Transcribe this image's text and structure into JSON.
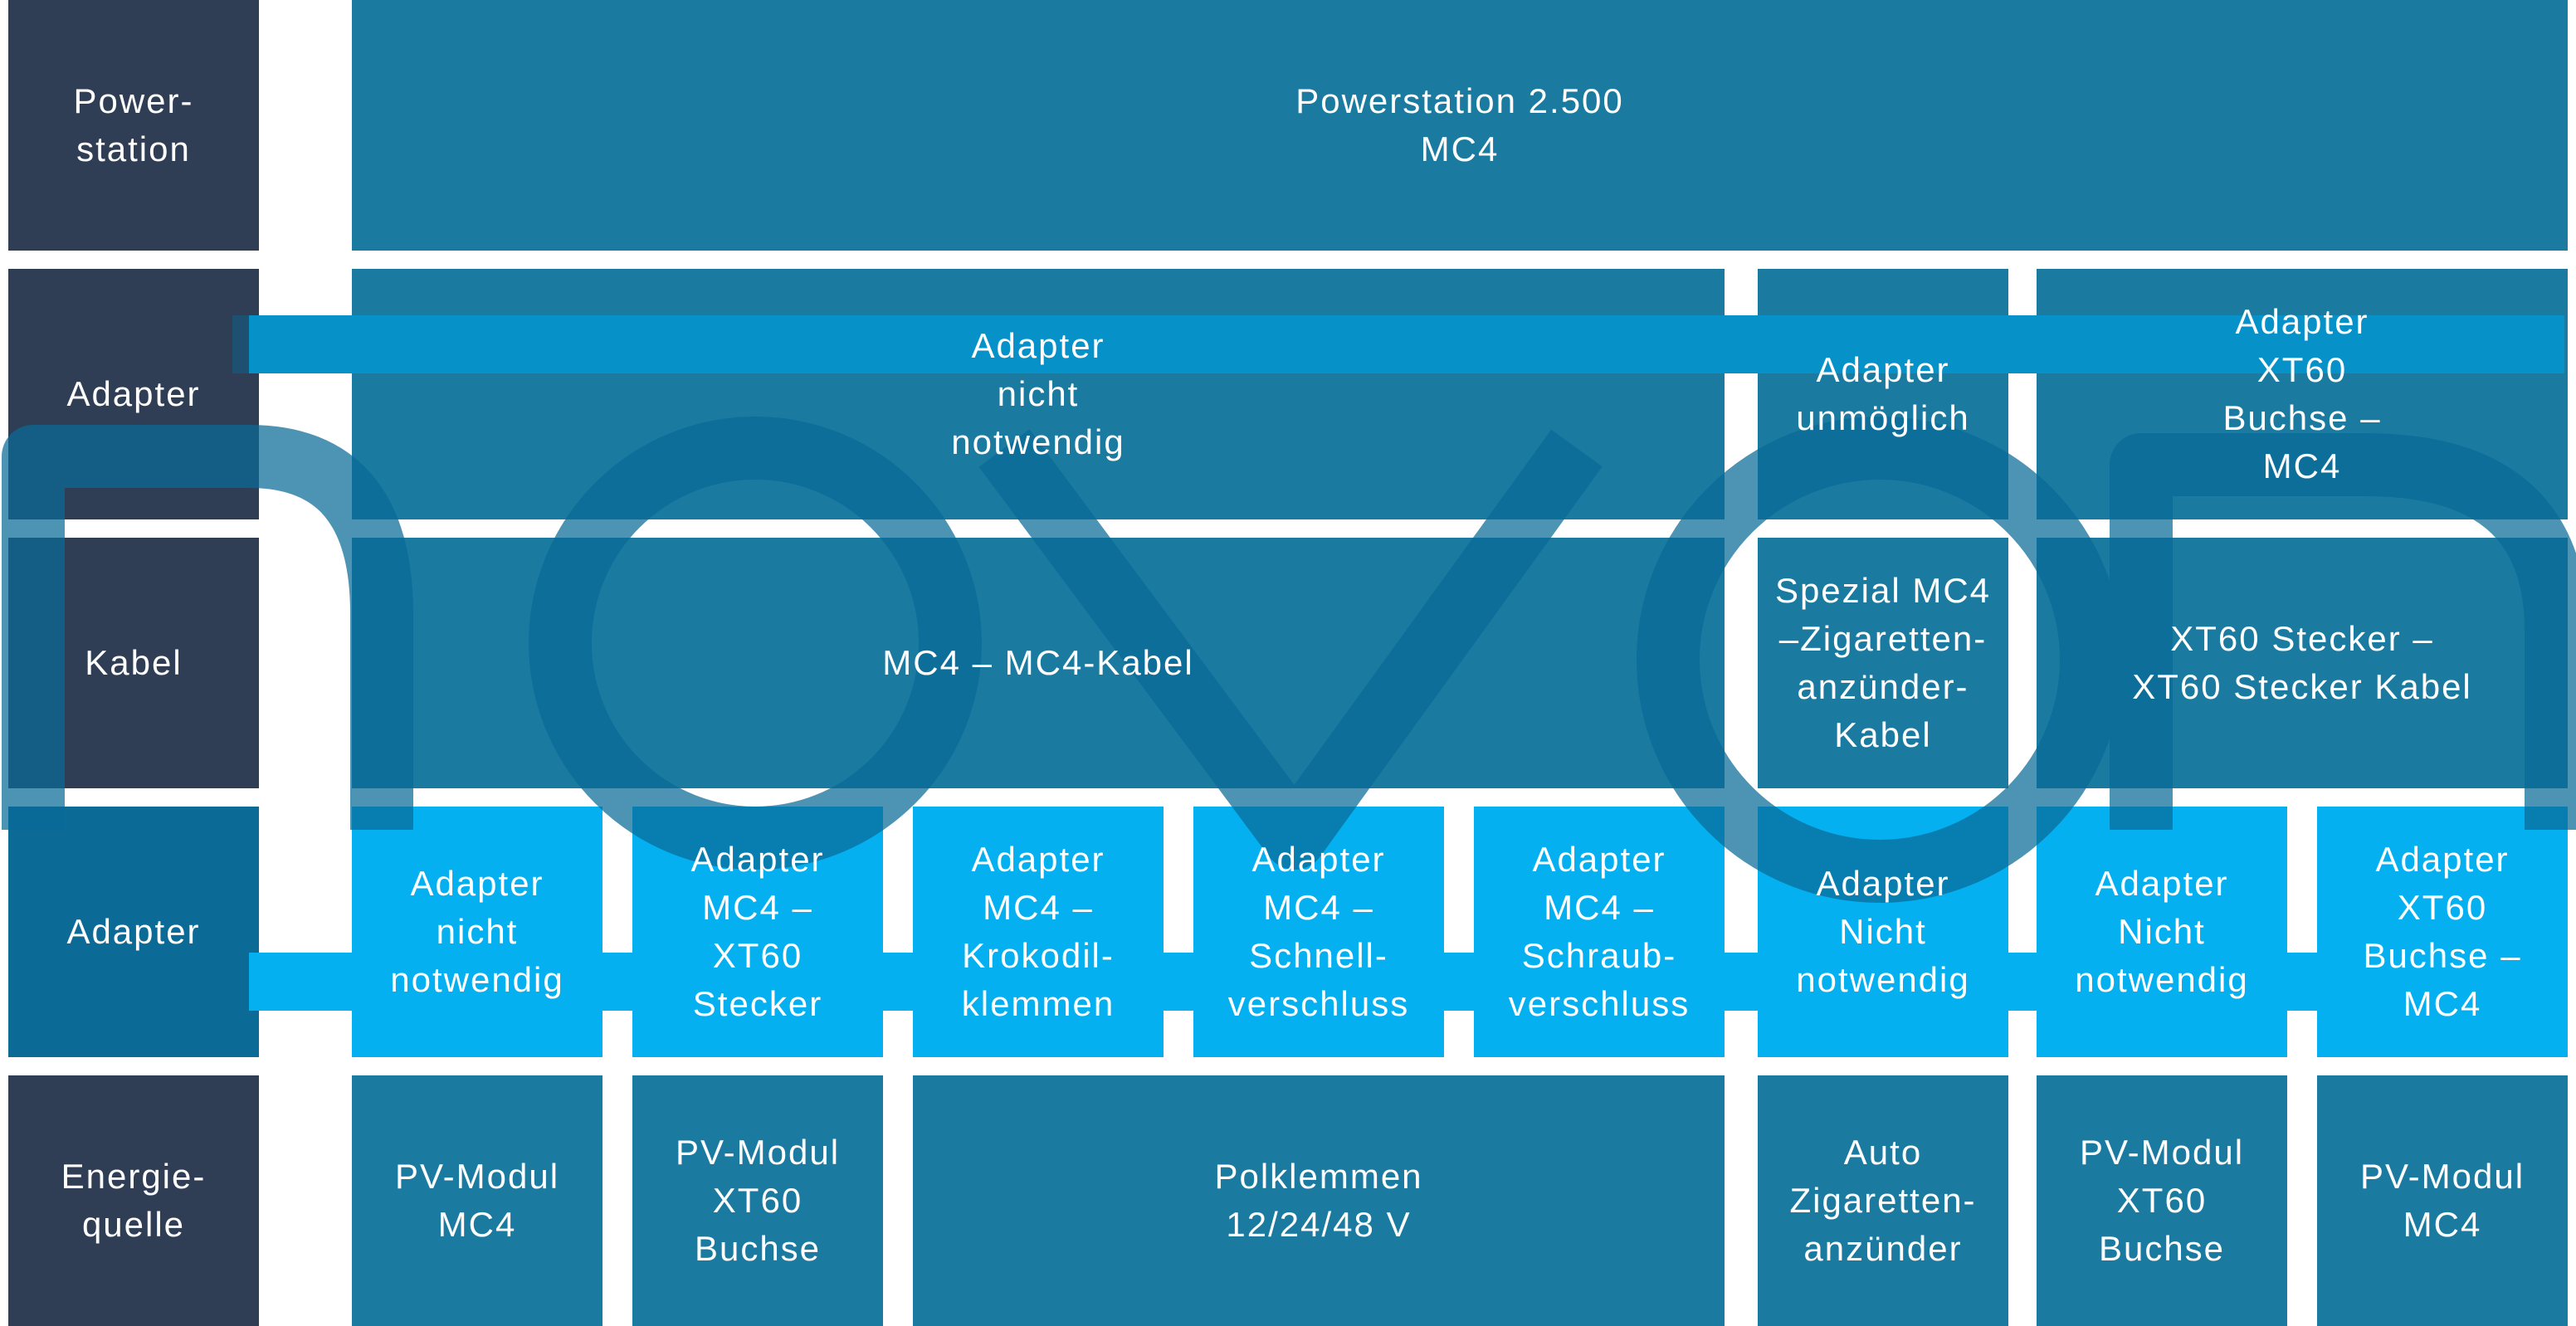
{
  "colors": {
    "label_bg": "#2f3e55",
    "cell_dark": "#1b7aa0",
    "cell_bright": "#04b0ef",
    "label_adapter_bg": "#0c6a96",
    "watermark": "#0a6a98",
    "connector": "#04b0ef"
  },
  "rows": [
    {
      "key": "powerstation",
      "label": "Power-\nstation"
    },
    {
      "key": "adapter_top",
      "label": "Adapter"
    },
    {
      "key": "kabel",
      "label": "Kabel"
    },
    {
      "key": "adapter_bottom",
      "label": "Adapter"
    },
    {
      "key": "energiequelle",
      "label": "Energie-\nquelle"
    }
  ],
  "powerstation": {
    "text": "Powerstation 2.500\nMC4"
  },
  "adapter_top": [
    {
      "text": "Adapter\nnicht\nnotwendig"
    },
    {
      "text": "Adapter\nunmöglich"
    },
    {
      "text": "Adapter\nXT60\nBuchse –\nMC4"
    }
  ],
  "kabel": [
    {
      "text": "MC4 – MC4-Kabel"
    },
    {
      "text": "Spezial MC4\n–Zigaretten-\nanzünder-\nKabel"
    },
    {
      "text": "XT60 Stecker –\nXT60 Stecker Kabel"
    }
  ],
  "adapter_bottom": [
    {
      "text": "Adapter\nnicht\nnotwendig"
    },
    {
      "text": "Adapter\nMC4 –\nXT60\nStecker"
    },
    {
      "text": "Adapter\nMC4 –\nKrokodil-\nklemmen"
    },
    {
      "text": "Adapter\nMC4 –\nSchnell-\nverschluss"
    },
    {
      "text": "Adapter\nMC4 –\nSchraub-\nverschluss"
    },
    {
      "text": "Adapter\nNicht\nnotwendig"
    },
    {
      "text": "Adapter\nNicht\nnotwendig"
    },
    {
      "text": "Adapter\nXT60\nBuchse –\nMC4"
    }
  ],
  "energiequelle": [
    {
      "text": "PV-Modul\nMC4"
    },
    {
      "text": "PV-Modul\nXT60\nBuchse"
    },
    {
      "text": "Polklemmen\n12/24/48 V"
    },
    {
      "text": "Auto\nZigaretten-\nanzünder"
    },
    {
      "text": "PV-Modul\nXT60\nBuchse"
    },
    {
      "text": "PV-Modul\nMC4"
    }
  ],
  "watermark_icon": "novo-logo-icon"
}
